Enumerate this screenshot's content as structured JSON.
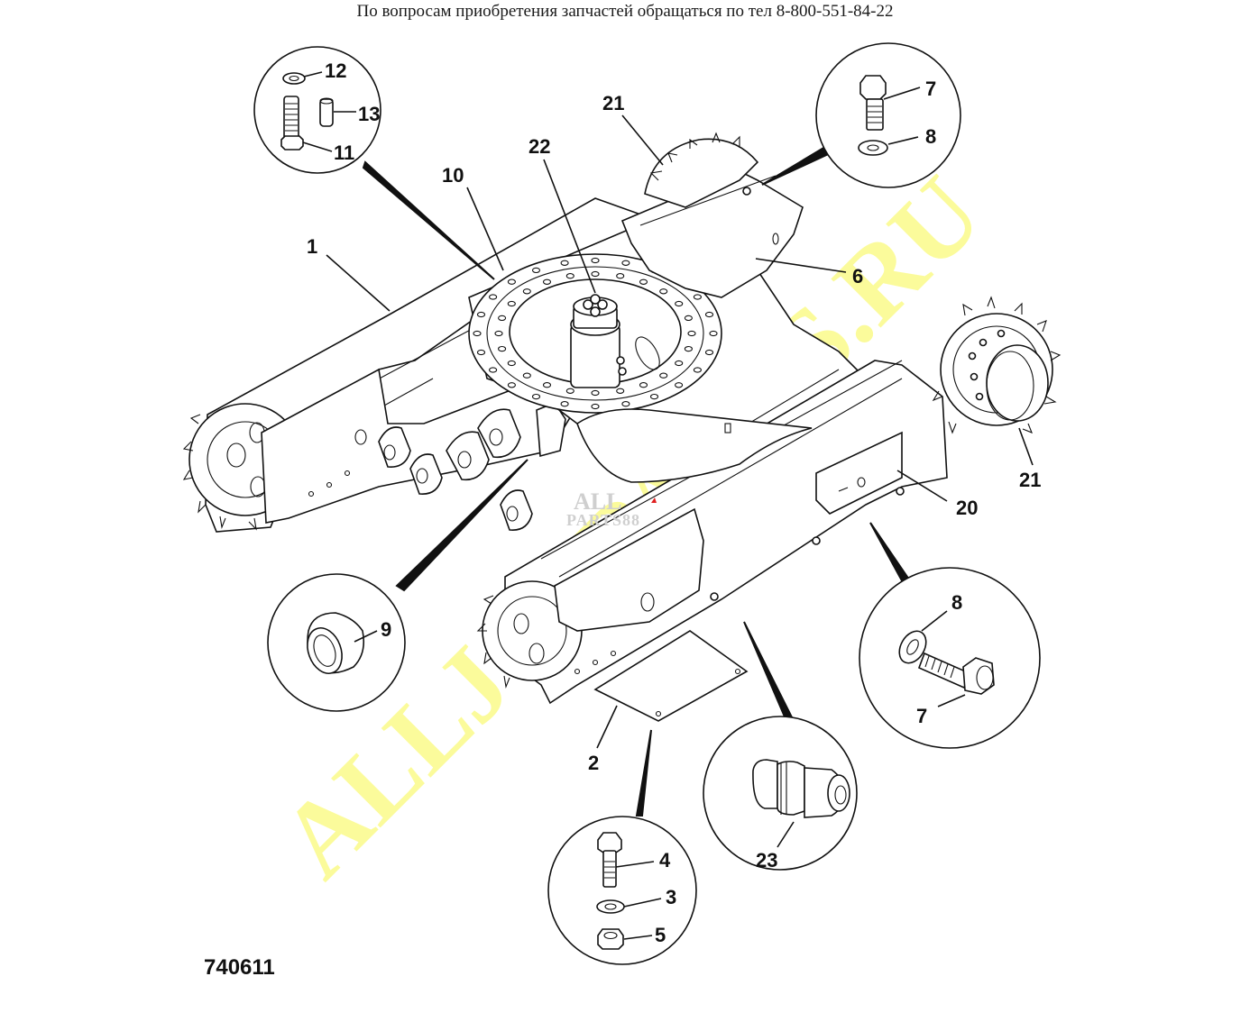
{
  "header": {
    "contact_text": "По вопросам приобретения запчастей обращаться по тел 8-800-551-84-22"
  },
  "figure": {
    "number": "740611",
    "subject": "undercarriage-frame-exploded-view"
  },
  "watermarks": {
    "main": "ALLJCBPARTS.RU",
    "logo_top": "ALL",
    "logo_bottom": "PARTS88"
  },
  "main_callouts": [
    {
      "id": "1",
      "label": "1"
    },
    {
      "id": "10",
      "label": "10"
    },
    {
      "id": "22",
      "label": "22"
    },
    {
      "id": "21a",
      "label": "21"
    },
    {
      "id": "6",
      "label": "6"
    },
    {
      "id": "21b",
      "label": "21"
    },
    {
      "id": "20",
      "label": "20"
    },
    {
      "id": "2",
      "label": "2"
    }
  ],
  "detail_circles": [
    {
      "id": "bolt-kit-top-left",
      "items": [
        {
          "label": "12",
          "part": "washer"
        },
        {
          "label": "13",
          "part": "pin"
        },
        {
          "label": "11",
          "part": "bolt"
        }
      ]
    },
    {
      "id": "bolt-kit-top-right",
      "items": [
        {
          "label": "7",
          "part": "bolt"
        },
        {
          "label": "8",
          "part": "washer"
        }
      ]
    },
    {
      "id": "bushing",
      "items": [
        {
          "label": "9",
          "part": "bushing"
        }
      ]
    },
    {
      "id": "bolt-kit-right",
      "items": [
        {
          "label": "8",
          "part": "washer"
        },
        {
          "label": "7",
          "part": "bolt"
        }
      ]
    },
    {
      "id": "roller",
      "items": [
        {
          "label": "23",
          "part": "track-roller"
        }
      ]
    },
    {
      "id": "bolt-kit-bottom",
      "items": [
        {
          "label": "4",
          "part": "bolt"
        },
        {
          "label": "3",
          "part": "washer"
        },
        {
          "label": "5",
          "part": "nut"
        }
      ]
    }
  ]
}
